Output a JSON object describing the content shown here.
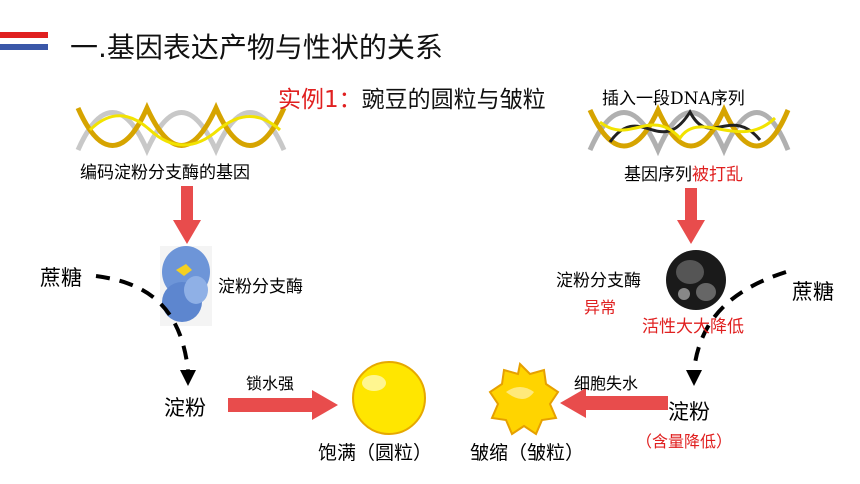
{
  "slide": {
    "title": "一.基因表达产物与性状的关系",
    "subtitle_example": "实例1：",
    "subtitle_text": "豌豆的圆粒与皱粒"
  },
  "left": {
    "gene_label": "编码淀粉分支酶的基因",
    "enzyme_label": "淀粉分支酶",
    "sucrose": "蔗糖",
    "starch": "淀粉",
    "process": "锁水强",
    "result": "饱满（圆粒）"
  },
  "right": {
    "insert_label": "插入一段DNA序列",
    "gene_seq_black": "基因序列",
    "gene_seq_red": "被打乱",
    "enzyme_label": "淀粉分支酶",
    "enzyme_abnormal": "异常",
    "activity": "活性大大降低",
    "sucrose": "蔗糖",
    "starch": "淀粉",
    "starch_note": "（含量降低）",
    "process": "细胞失水",
    "result": "皱缩（皱粒）"
  },
  "colors": {
    "accent_red": "#e02020",
    "accent_blue": "#3a57a8",
    "arrow_red": "#e84c4c",
    "seed_yellow": "#ffe600",
    "dna_gold": "#d6a400",
    "dna_gray": "#9a9a9a"
  }
}
